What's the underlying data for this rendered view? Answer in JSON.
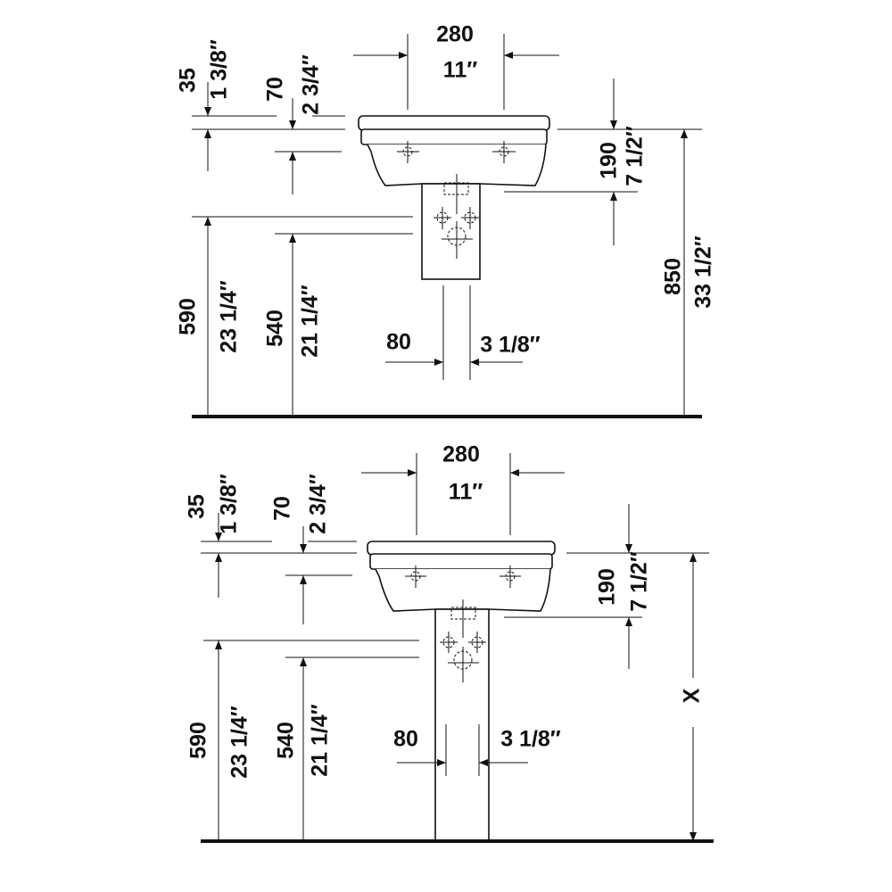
{
  "views": [
    {
      "name": "wall-mounted-with-half-pedestal",
      "width_mm": "280",
      "width_in": "11″",
      "rim_mm": "35",
      "rim_in": "1 3/8″",
      "overflow_mm": "70",
      "overflow_in": "2 3/4″",
      "depth_mm": "190",
      "depth_in": "7 1/2″",
      "supply_mm": "590",
      "supply_in": "23 1/4″",
      "waste_mm": "540",
      "waste_in": "21 1/4″",
      "height_mm": "850",
      "height_in": "33 1/2″",
      "pedestal_mm": "80",
      "pedestal_in": "3 1/8″"
    },
    {
      "name": "with-full-pedestal",
      "width_mm": "280",
      "width_in": "11″",
      "rim_mm": "35",
      "rim_in": "1 3/8″",
      "overflow_mm": "70",
      "overflow_in": "2 3/4″",
      "depth_mm": "190",
      "depth_in": "7 1/2″",
      "supply_mm": "590",
      "supply_in": "23 1/4″",
      "waste_mm": "540",
      "waste_in": "21 1/4″",
      "height_label": "X",
      "pedestal_mm": "80",
      "pedestal_in": "3 1/8″"
    }
  ]
}
